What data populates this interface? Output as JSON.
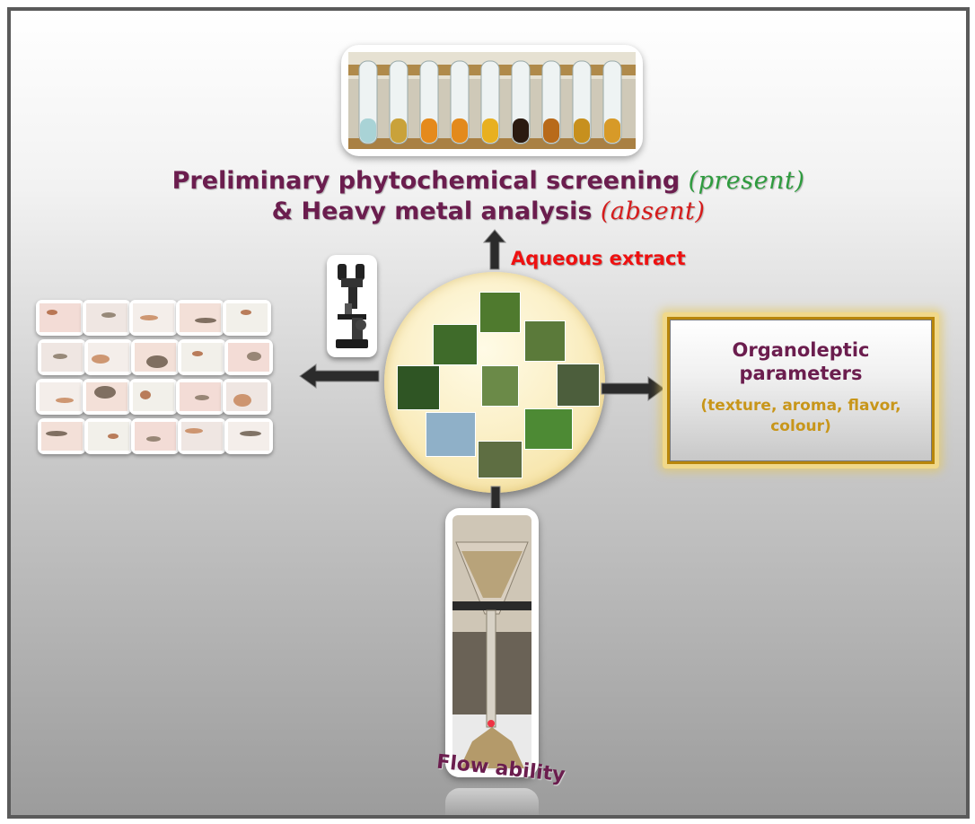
{
  "top_caption": {
    "line1": "Preliminary phytochemical screening",
    "line1_note": "(present)",
    "line2": "& Heavy metal analysis",
    "line2_note": "(absent)"
  },
  "aqueous_label": "Aqueous extract",
  "organoleptic": {
    "title": "Organoleptic parameters",
    "subtitle": "(texture, aroma, flavor, colour)"
  },
  "flow_label": "Flow ability",
  "colors": {
    "title": "#6b1d4e",
    "present": "#2e9b3e",
    "absent": "#d61b1b",
    "aqueous": "#ee1111",
    "organo_sub": "#c8961a",
    "gold_border": "#f0d88a"
  },
  "icons": {
    "test_tubes": "test-tubes-photo",
    "microscope": "microscope-icon",
    "micrographs": "micrograph-tiles",
    "plant_collage": "plant-photos-collage",
    "funnel": "funnel-flow-photo"
  }
}
